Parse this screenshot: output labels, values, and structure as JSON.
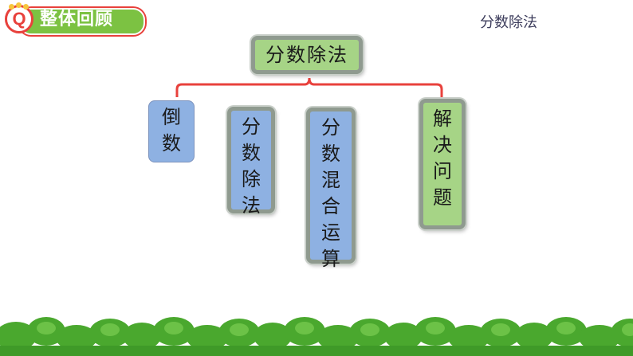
{
  "header": {
    "badge_letter": "Q",
    "title": "整体回顾"
  },
  "corner_title": "分数除法",
  "mindmap": {
    "root": "分数除法",
    "branches": [
      {
        "text": "倒数"
      },
      {
        "text": "分数除法"
      },
      {
        "text": "分数混合运算"
      },
      {
        "text": "解决问题"
      }
    ]
  },
  "colors": {
    "brace": "#e8413c",
    "root_fill": "#a6d486",
    "branch_fill": "#8eb1e2",
    "header_bar": "#7cc242",
    "bush": "#4aa82e"
  }
}
